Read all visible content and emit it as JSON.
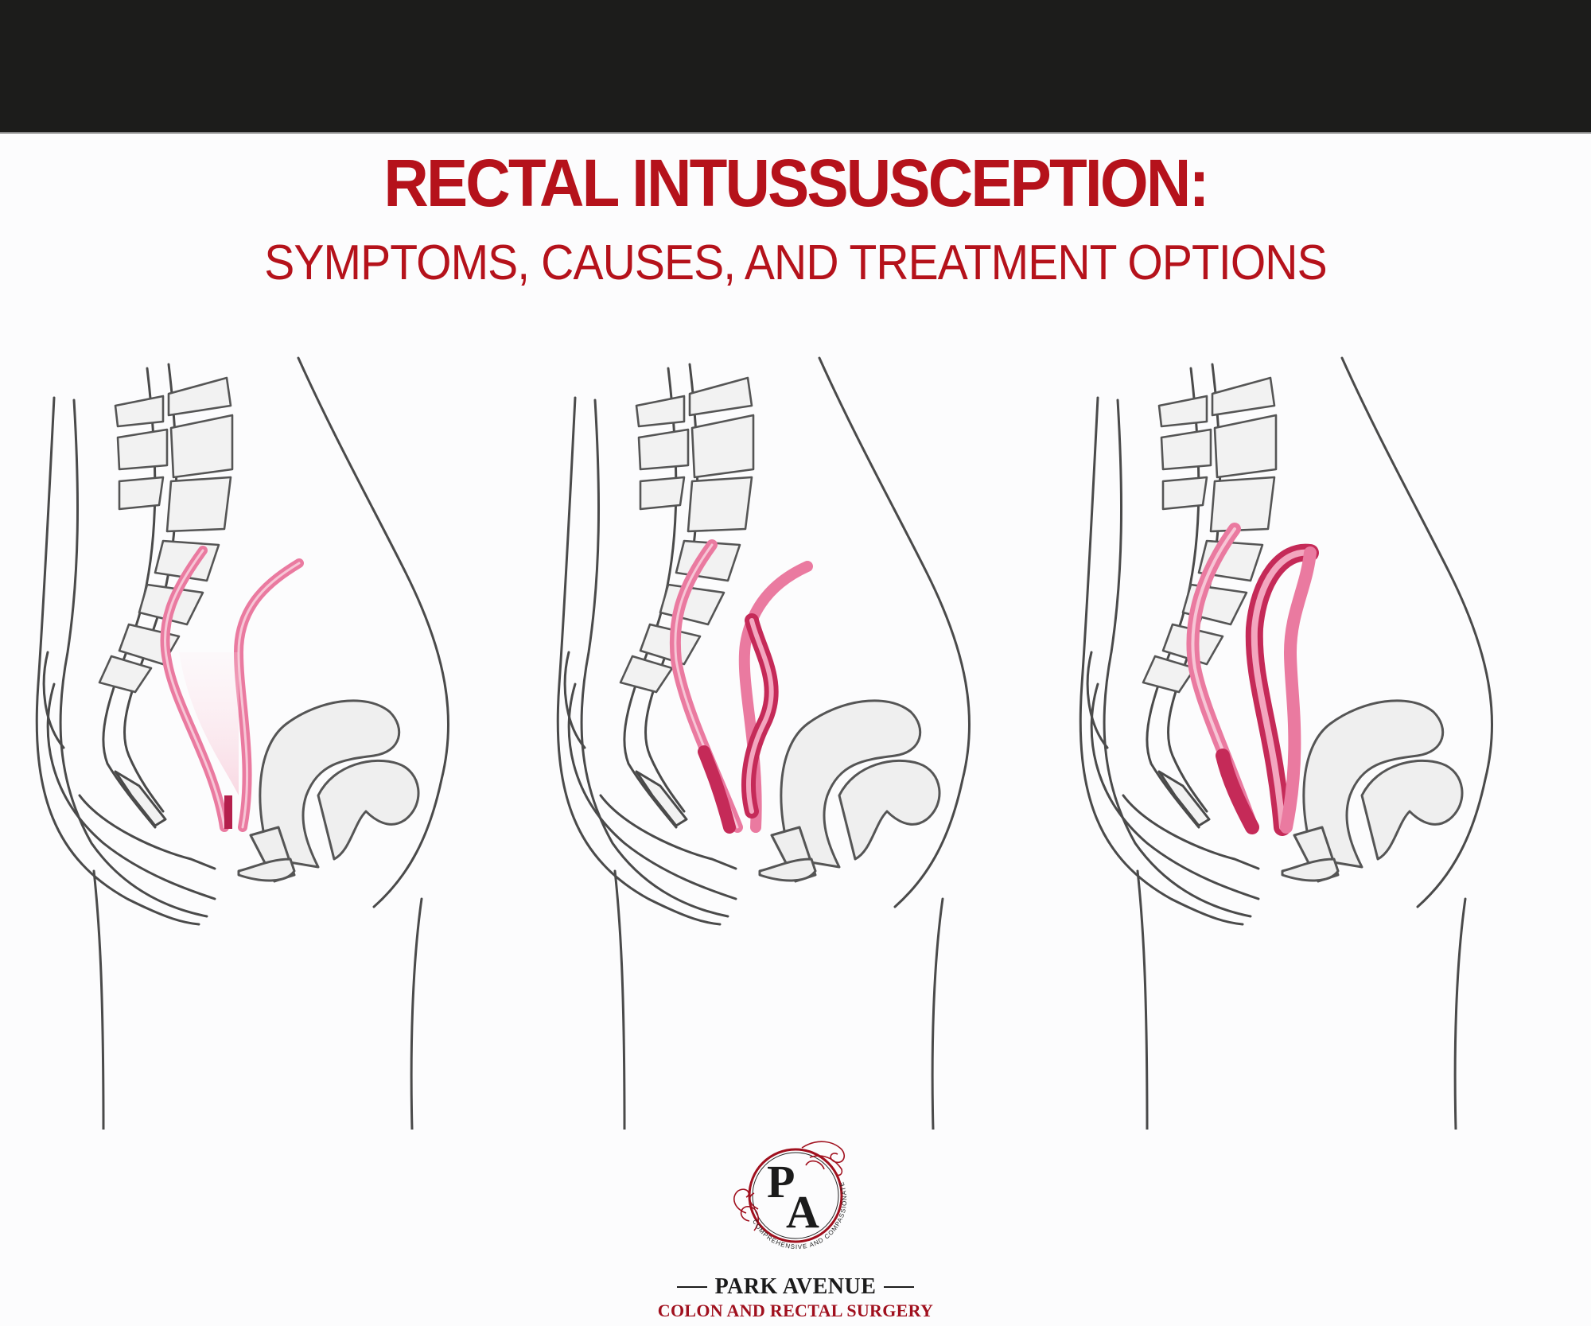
{
  "colors": {
    "top_bar": "#1c1c1b",
    "title": "#b5121b",
    "brand_red": "#a0101e",
    "line_gray": "#4a4a4a",
    "rectum_pink": "#e8779a",
    "rectum_dark": "#b41f4c"
  },
  "header": {
    "title": "RECTAL INTUSSUSCEPTION:",
    "subtitle": "SYMPTOMS, CAUSES, AND TREATMENT OPTIONS"
  },
  "illustration": {
    "description": "Three sagittal pelvic cross-sections showing progressive rectal intussusception",
    "panels": [
      {
        "stage": "normal rectum"
      },
      {
        "stage": "internal folding (intussusception beginning)"
      },
      {
        "stage": "advanced telescoping of rectal wall"
      }
    ]
  },
  "logo": {
    "monogram": "PA",
    "ring_text": "COMPREHENSIVE AND COMPASSIONATE CARE.",
    "name": "PARK AVENUE",
    "tagline": "COLON AND RECTAL SURGERY"
  }
}
